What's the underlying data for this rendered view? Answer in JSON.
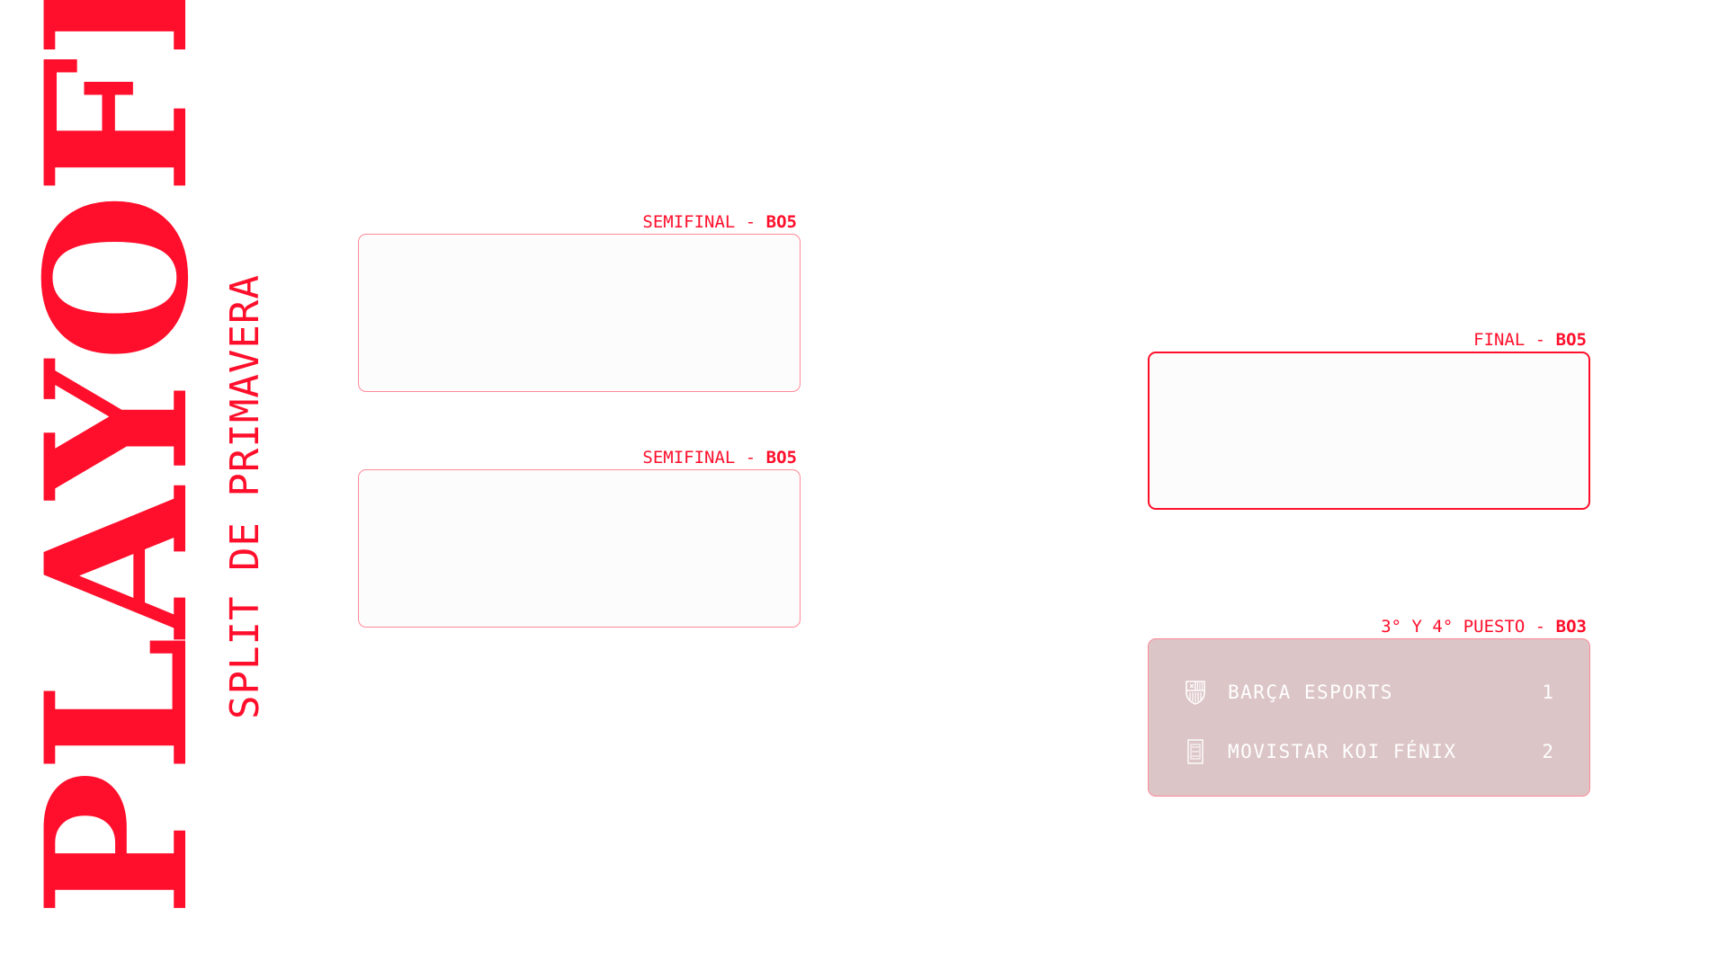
{
  "title": {
    "main": "PLAYOFFS",
    "sub": "SPLIT DE PRIMAVERA"
  },
  "colors": {
    "accent": "#ff0f2b",
    "card_border_light": "#ff8a98",
    "third_place_card_bg": "#dcc5c7",
    "card_bg": "#fdfcfc"
  },
  "semifinal_1": {
    "stage": "SEMIFINAL - ",
    "format": "BO5"
  },
  "semifinal_2": {
    "stage": "SEMIFINAL - ",
    "format": "BO5"
  },
  "final": {
    "stage": "FINAL - ",
    "format": "BO5"
  },
  "third_place": {
    "stage": "3° Y 4° PUESTO - ",
    "format": "BO3",
    "teams": [
      {
        "name": "BARÇA ESPORTS",
        "score": "1",
        "icon": "barca-crest-icon"
      },
      {
        "name": "MOVISTAR KOI FÉNIX",
        "score": "2",
        "icon": "koi-logo-icon"
      }
    ]
  }
}
